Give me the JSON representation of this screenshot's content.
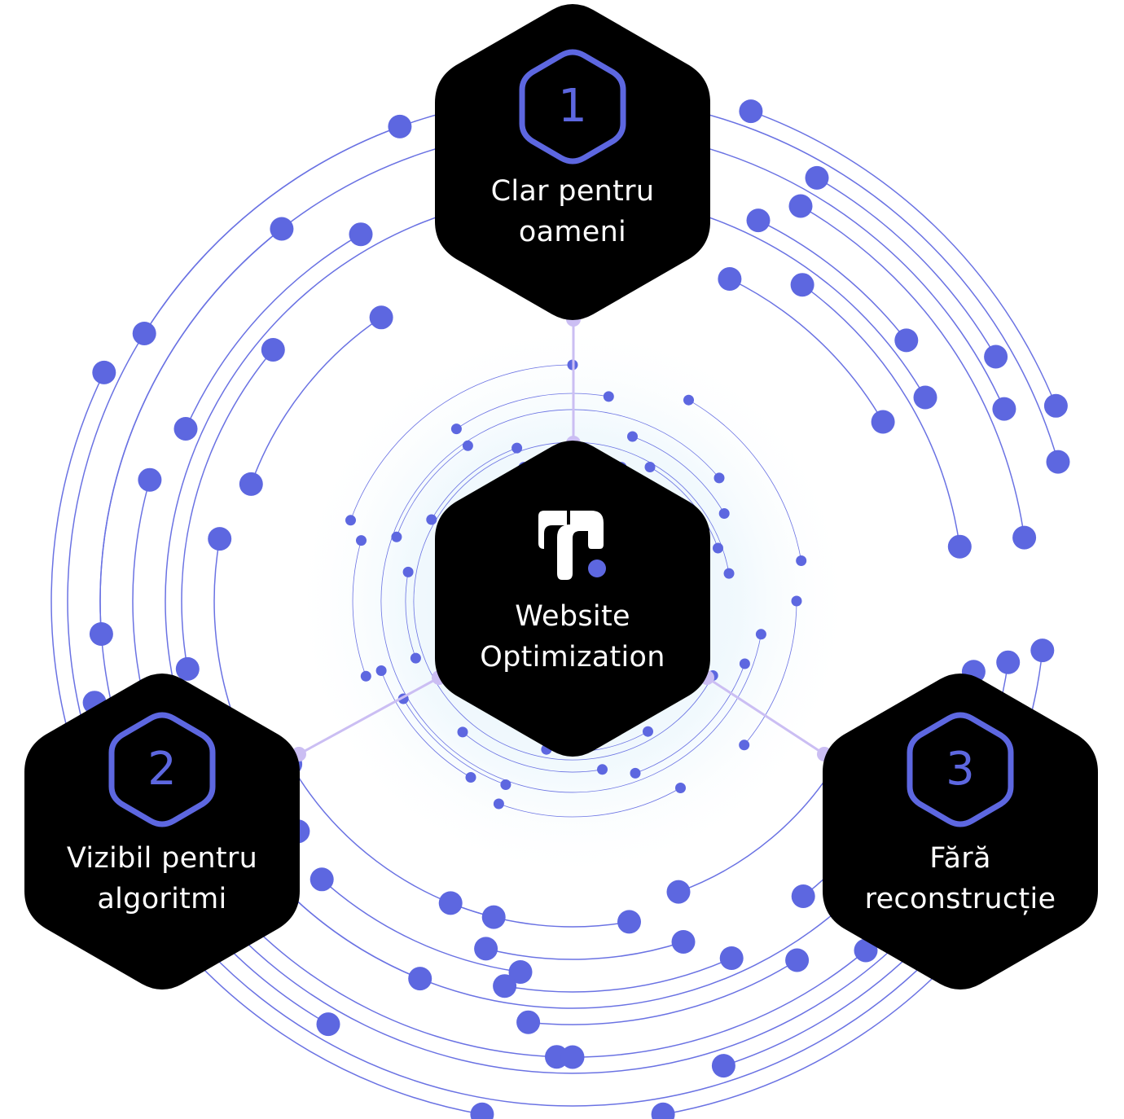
{
  "colors": {
    "accent": "#5d67e0",
    "orbit_line": "#6a72e3",
    "node_fill": "#000000",
    "connector": "#cbbef3",
    "glow": "#dff1fb"
  },
  "center": {
    "title_line1": "Website",
    "title_line2": "Optimization",
    "logo_icon": "website-optimization-logo-icon"
  },
  "nodes": [
    {
      "number": "1",
      "line1": "Clar pentru",
      "line2": "oameni"
    },
    {
      "number": "2",
      "line1": "Vizibil pentru",
      "line2": "algoritmi"
    },
    {
      "number": "3",
      "line1": "Fără",
      "line2": "reconstrucție"
    }
  ]
}
